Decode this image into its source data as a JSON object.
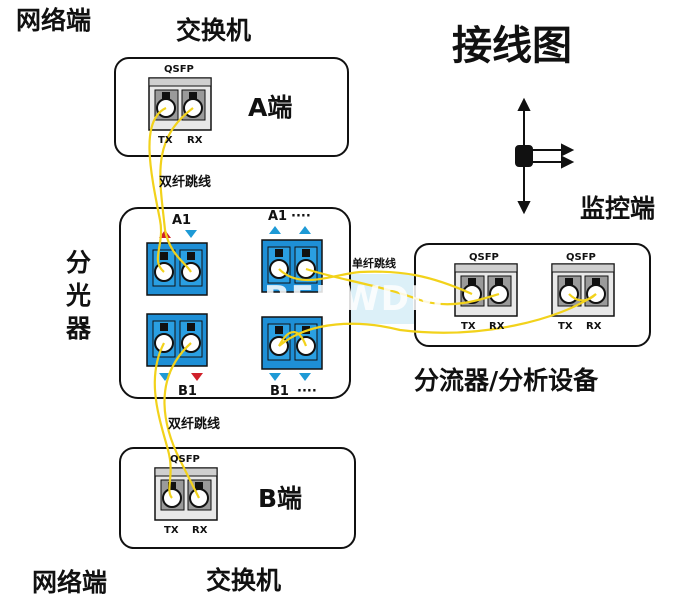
{
  "title": "接线图",
  "top_switch": {
    "network_label": "网络端",
    "switch_label": "交换机",
    "port_type": "QSFP",
    "tx": "TX",
    "rx": "RX",
    "end_label": "A端"
  },
  "bottom_switch": {
    "network_label": "网络端",
    "switch_label": "交换机",
    "port_type": "QSFP",
    "tx": "TX",
    "rx": "RX",
    "end_label": "B端"
  },
  "splitter": {
    "label_chars": [
      "分",
      "光",
      "器"
    ],
    "a1_left": "A1",
    "a1_right": "A1",
    "b1_left": "B1",
    "b1_right": "B1",
    "ellipsis": "····"
  },
  "cables": {
    "duplex_top": "双纤跳线",
    "duplex_bottom": "双纤跳线",
    "simplex": "单纤跳线"
  },
  "monitor": {
    "label": "监控端",
    "port_left": "QSFP",
    "port_right": "QSFP",
    "tx_left": "TX",
    "rx_left": "RX",
    "tx_right": "TX",
    "rx_right": "RX",
    "device_label": "分流器/分析设备"
  },
  "watermark": "FIBERWDM",
  "colors": {
    "fiber": "#f2d21b",
    "module_blue": "#1e8fd6",
    "arrow_red": "#d0202a",
    "arrow_blue": "#1e9ad6"
  }
}
